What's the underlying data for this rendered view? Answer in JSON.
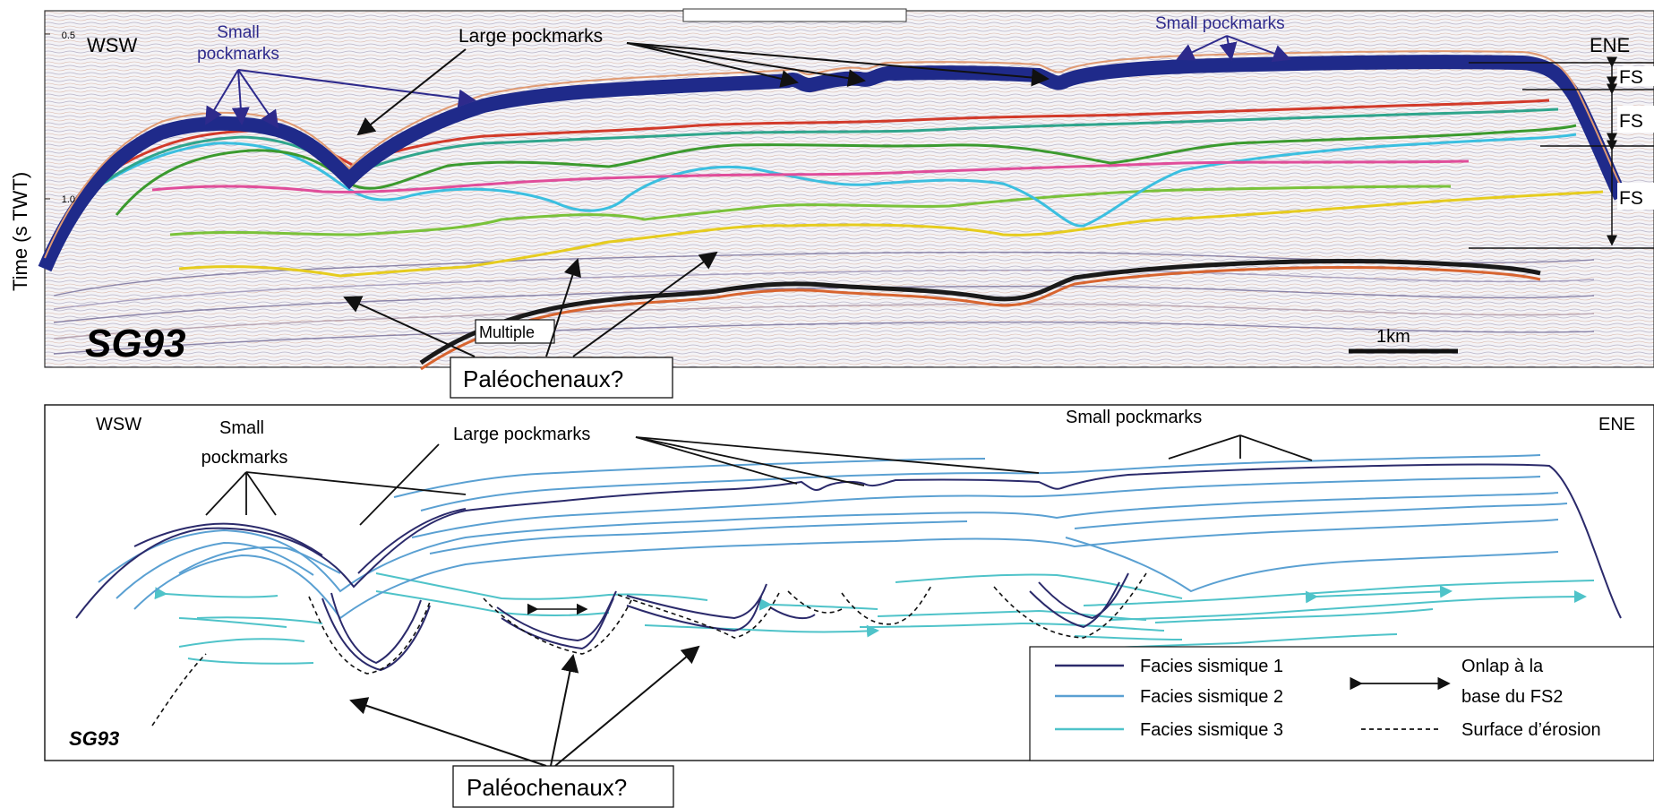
{
  "top": {
    "y_axis_label": "Time (s TWT)",
    "tick_05": "0.5",
    "tick_10": "1.0",
    "dir_left": "WSW",
    "dir_right": "ENE",
    "small_pockmarks_left_line1": "Small",
    "small_pockmarks_left_line2": "pockmarks",
    "large_pockmarks": "Large pockmarks",
    "small_pockmarks_right": "Small pockmarks",
    "fs_1": "FS",
    "fs_2": "FS",
    "fs_3": "FS",
    "multiple": "Multiple",
    "scale": "1km",
    "section_id": "SG93",
    "paleochenaux": "Paléochenaux?"
  },
  "bottom": {
    "dir_left": "WSW",
    "dir_right": "ENE",
    "small_pockmarks_left_line1": "Small",
    "small_pockmarks_left_line2": "pockmarks",
    "large_pockmarks": "Large pockmarks",
    "small_pockmarks_right": "Small pockmarks",
    "section_id": "SG93",
    "paleochenaux": "Paléochenaux?",
    "legend": {
      "facies1": "Facies sismique 1",
      "facies2": "Facies sismique 2",
      "facies3": "Facies sismique 3",
      "onlap_line1": "Onlap à la",
      "onlap_line2": "base du FS2",
      "erosion": "Surface d’érosion"
    }
  },
  "colors": {
    "facies1": "#2b2a6b",
    "facies2": "#5aa0d2",
    "facies3": "#4fc3c9",
    "annotation_purple": "#2e2a8c",
    "seafloor_blue": "#1f2a8a"
  }
}
